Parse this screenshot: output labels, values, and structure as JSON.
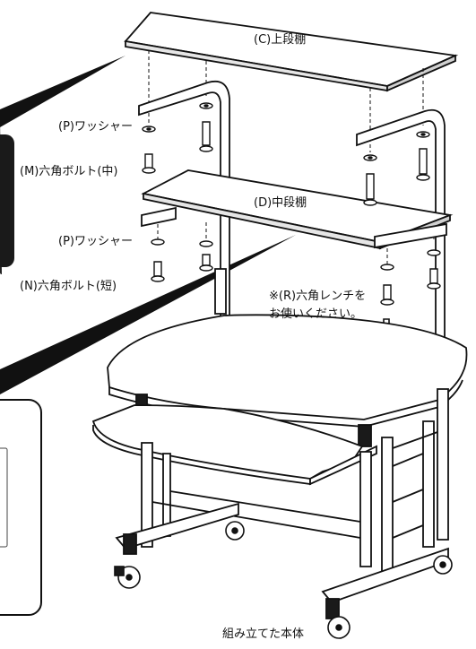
{
  "labels": {
    "upper_shelf": "(C)上段棚",
    "middle_shelf": "(D)中段棚",
    "washer_top": "(P)ワッシャー",
    "bolt_middle": "(M)六角ボルト(中)",
    "washer_bottom": "(P)ワッシャー",
    "bolt_short": "(N)六角ボルト(短)",
    "wrench_note_line1": "※(R)六角レンチを",
    "wrench_note_line2": "お使いください。",
    "assembled_body": "組み立てた本体"
  },
  "colors": {
    "line": "#111111",
    "fill": "#ffffff",
    "dark": "#1a1a1a",
    "frame": "#2b2b2b"
  }
}
